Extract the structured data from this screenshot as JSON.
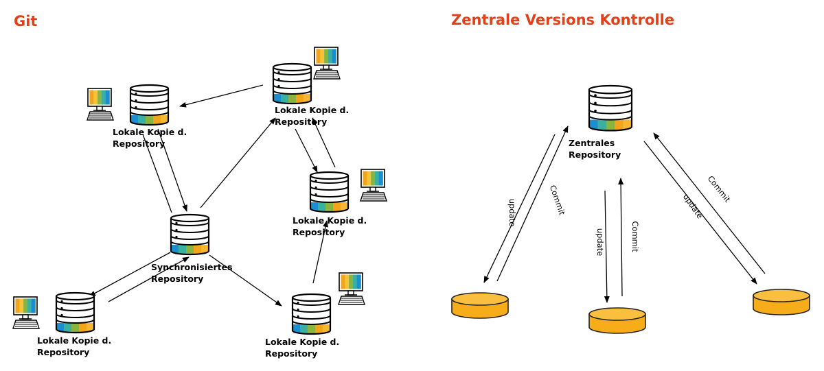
{
  "git": {
    "title": "Git",
    "local_copy_line1": "Lokale Kopie d.",
    "local_copy_line2": "Repository",
    "sync_line1": "Synchronisiertes",
    "sync_line2": "Repository"
  },
  "central": {
    "title": "Zentrale Versions Kontrolle",
    "repo_line1": "Zentrales",
    "repo_line2": "Repository",
    "label_update": "update",
    "label_commit": "Commit"
  },
  "colors": {
    "title": "#e3401a",
    "db_stripes": [
      "#1b8ed0",
      "#3bb0a0",
      "#8ab440",
      "#f2a51a",
      "#f7b731"
    ],
    "disk_fill": "#f7ad19",
    "disk_stroke": "#222222",
    "monitor_stripes": [
      "#f2a51a",
      "#f7c23a",
      "#8ab440",
      "#3bb0a0",
      "#1b8ed0"
    ]
  }
}
